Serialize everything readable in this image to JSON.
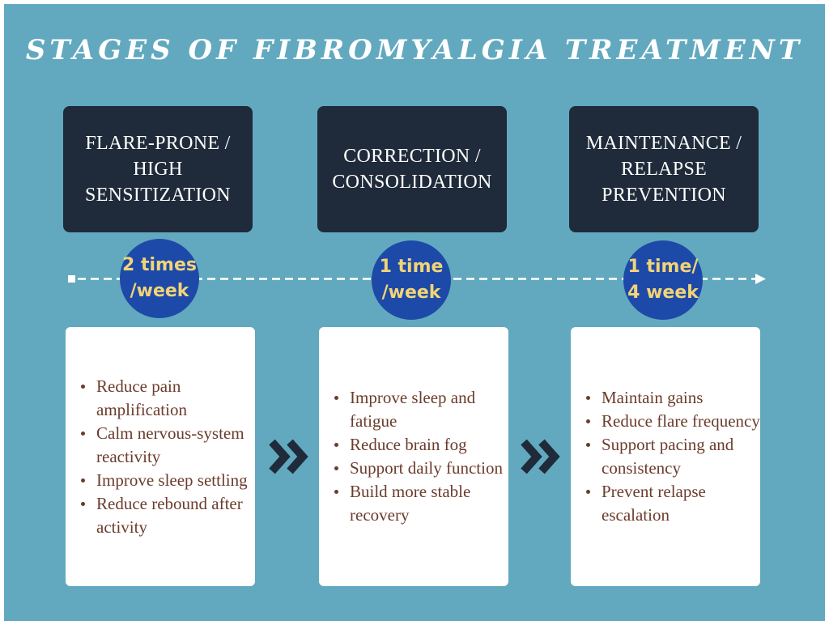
{
  "title": "STAGES OF FIBROMYALGIA TREATMENT",
  "colors": {
    "background": "#62a9bf",
    "stage_box": "#1f2b3a",
    "circle": "#1d4aa8",
    "circle_text": "#f2d477",
    "bullet_text": "#6b3c2c"
  },
  "stages": [
    {
      "heading": "FLARE-PRONE /\nHIGH\nSENSITIZATION",
      "frequency": "2 times\n/week",
      "items": [
        "Reduce pain amplification",
        "Calm nervous-system reactivity",
        "Improve sleep settling",
        "Reduce rebound after activity"
      ]
    },
    {
      "heading": "CORRECTION /\nCONSOLIDATION",
      "frequency": "1 time\n/week",
      "items": [
        "Improve sleep and fatigue",
        "Reduce brain fog",
        "Support daily function",
        "Build more stable recovery"
      ]
    },
    {
      "heading": "MAINTENANCE /\nRELAPSE\nPREVENTION",
      "frequency": "1 time/\n4 week",
      "items": [
        "Maintain gains",
        "Reduce flare frequency",
        "Support pacing and consistency",
        "Prevent relapse escalation"
      ]
    }
  ],
  "icons": {
    "timeline": "dashed-arrow-icon",
    "between_stages": "double-chevron-right-icon"
  }
}
